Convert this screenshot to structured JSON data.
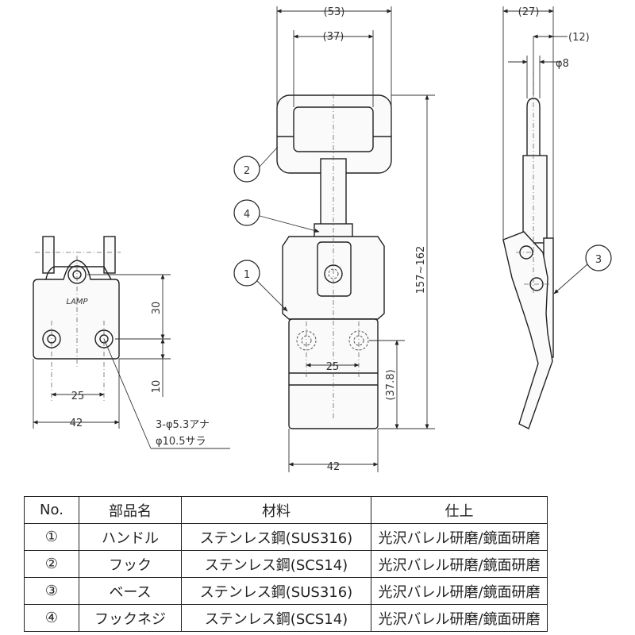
{
  "dims": {
    "top_overall": "(53)",
    "top_inner": "(37)",
    "side_total": "(27)",
    "side_12": "(12)",
    "side_phi8": "φ8",
    "base_h30": "30",
    "base_h10": "10",
    "base_w25": "25",
    "base_w42": "42",
    "base_logo": "LAMP",
    "hole_note_1": "3-φ5.3アナ",
    "hole_note_2": "φ10.5サラ",
    "front_w25": "25",
    "front_w42": "42",
    "front_h_total": "157~162",
    "front_h_37": "(37.8)"
  },
  "callouts": [
    "①",
    "②",
    "③",
    "④"
  ],
  "callout_digits": [
    "1",
    "2",
    "3",
    "4"
  ],
  "table": {
    "headers": [
      "No.",
      "部品名",
      "材料",
      "仕上"
    ],
    "rows": [
      [
        "①",
        "ハンドル",
        "ステンレス鋼(SUS316)",
        "光沢バレル研磨/鏡面研磨"
      ],
      [
        "②",
        "フック",
        "ステンレス鋼(SCS14)",
        "光沢バレル研磨/鏡面研磨"
      ],
      [
        "③",
        "ベース",
        "ステンレス鋼(SUS316)",
        "光沢バレル研磨/鏡面研磨"
      ],
      [
        "④",
        "フックネジ",
        "ステンレス鋼(SCS14)",
        "光沢バレル研磨/鏡面研磨"
      ]
    ]
  }
}
